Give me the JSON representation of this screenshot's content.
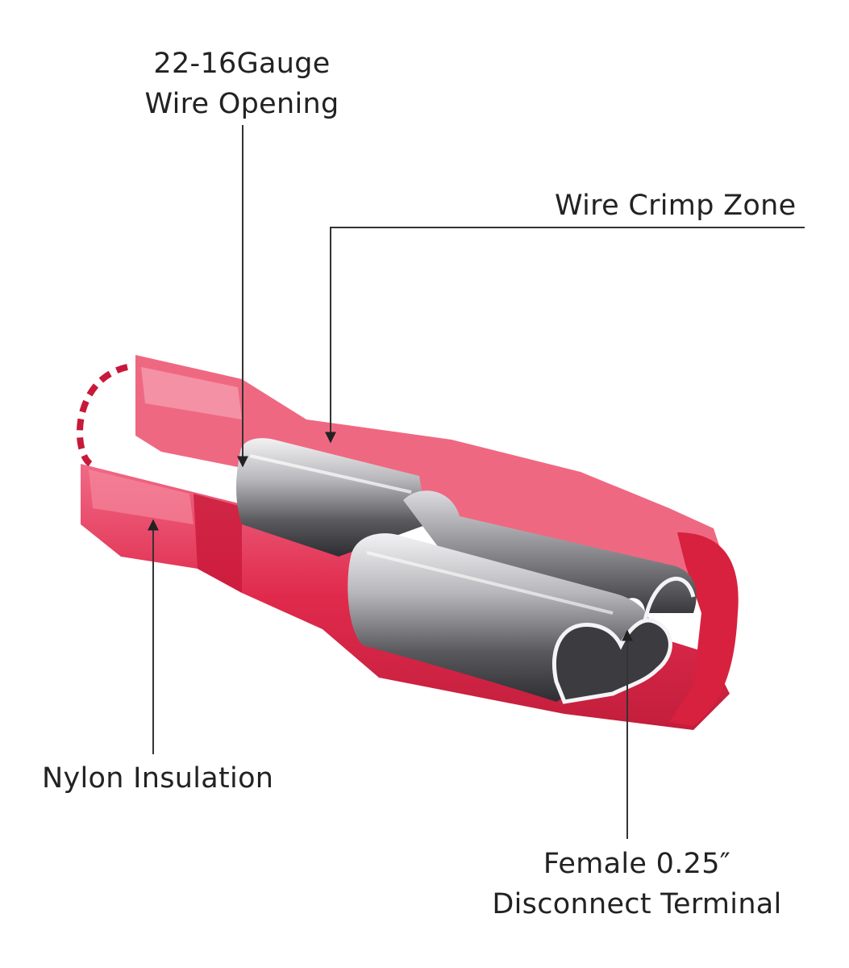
{
  "labels": {
    "gauge_line1": "22-16Gauge",
    "gauge_line2": "Wire Opening",
    "crimp_zone": "Wire Crimp Zone",
    "insulation": "Nylon Insulation",
    "terminal_line1": "Female 0.25″",
    "terminal_line2": "Disconnect Terminal"
  },
  "colors": {
    "insulation_red": "#e0284a",
    "insulation_dark": "#b81b38",
    "insulation_light": "#f4798f",
    "metal_light": "#e6e6e8",
    "metal_mid": "#9a9a9e",
    "metal_dark": "#4a4a4e",
    "leader_line": "#333333"
  }
}
